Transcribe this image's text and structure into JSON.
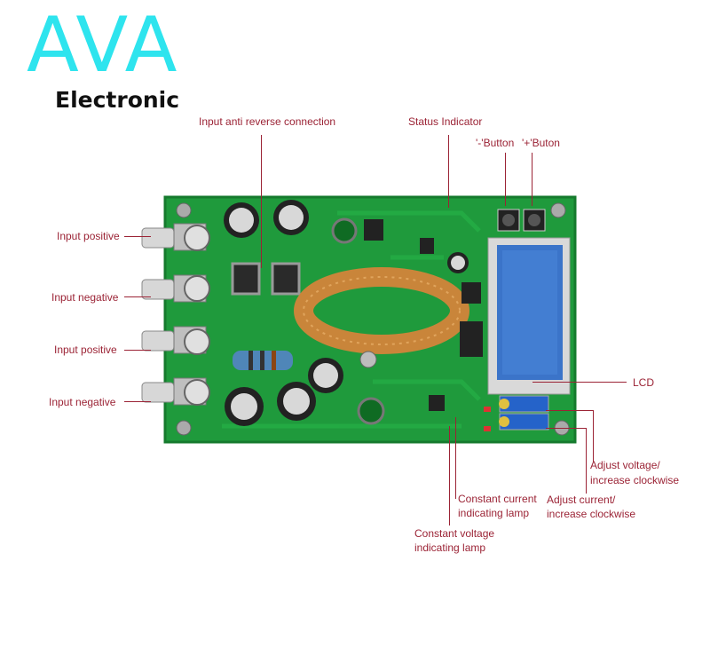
{
  "brand": {
    "name": "AVA",
    "subtitle": "Electronic",
    "color": "#2ee4ee"
  },
  "labels": {
    "input_anti_reverse": "Input anti reverse connection",
    "status_indicator": "Status Indicator",
    "minus_button": "'-'Button",
    "plus_button": "'+'Buton",
    "input_positive_1": "Input positive",
    "input_negative_1": "Input negative",
    "input_positive_2": "Input positive",
    "input_negative_2": "Input negative",
    "lcd": "LCD",
    "adjust_voltage_line1": "Adjust voltage/",
    "adjust_voltage_line2": "increase clockwise",
    "constant_current_line1": "Constant current",
    "constant_current_line2": "indicating lamp",
    "adjust_current_line1": "Adjust current/",
    "adjust_current_line2": "increase clockwise",
    "constant_voltage_line1": "Constant voltage",
    "constant_voltage_line2": "indicating lamp"
  },
  "colors": {
    "label": "#9b2335",
    "pcb": "#1f9a3c",
    "lcd": "#3b74c9",
    "coil": "#c9853a"
  }
}
